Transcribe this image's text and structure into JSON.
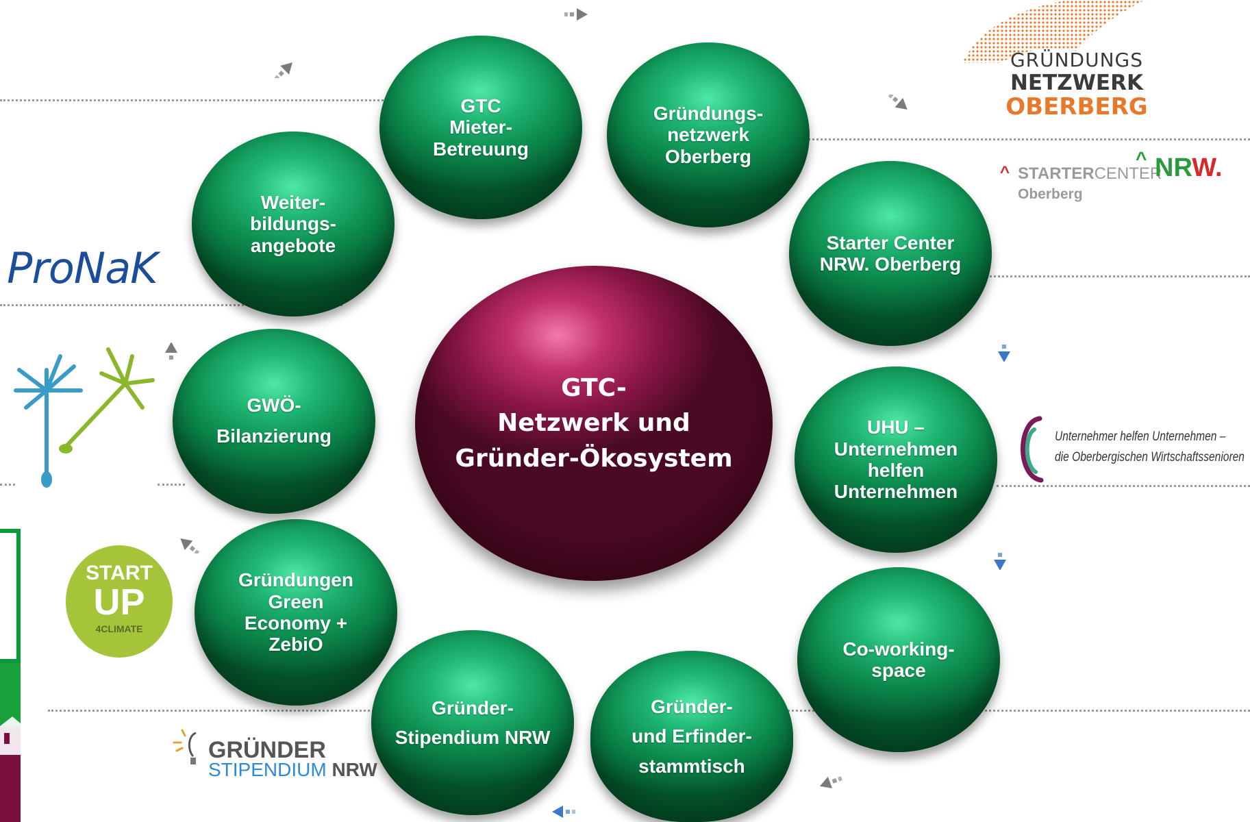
{
  "center": {
    "label": "GTC-\nNetzwerk und\nGründer-Ökosystem"
  },
  "nodes": [
    {
      "name": "node-gtc-mieter-betreuung",
      "label": "GTC\nMieter-\nBetreuung"
    },
    {
      "name": "node-gruendungsnetzwerk-oberberg",
      "label": "Gründungs-\nnetzwerk\nOberberg"
    },
    {
      "name": "node-starter-center",
      "label": "Starter Center\nNRW. Oberberg"
    },
    {
      "name": "node-uhu",
      "label": "UHU –\nUnternehmen\nhelfen\nUnternehmen"
    },
    {
      "name": "node-coworking",
      "label": "Co-working-\nspace"
    },
    {
      "name": "node-stammtisch",
      "label": "Gründer-\nund Erfinder-\nstammtisch"
    },
    {
      "name": "node-gruender-stipendium",
      "label": "Gründer-\nStipendium NRW"
    },
    {
      "name": "node-green-economy",
      "label": "Gründungen\nGreen\nEconomy +\nZebiO"
    },
    {
      "name": "node-gwoe",
      "label": "GWÖ-\nBilanzierung"
    },
    {
      "name": "node-weiterbildung",
      "label": "Weiter-\nbildungs-\nangebote"
    }
  ],
  "logos": {
    "gno_line1": "GRÜNDUNGS",
    "gno_line2": "NETZWERK",
    "gno_line3": "OBERBERG",
    "starter_bold": "STARTER",
    "starter_light": "CENTER",
    "starter_nrw": "NRW.",
    "starter_sub": "Oberberg",
    "pronak": "ProNaK",
    "uhu_line1": "Unternehmer helfen Unternehmen –",
    "uhu_line2": "die Oberbergischen Wirtschaftssenioren",
    "startup_line1": "START",
    "startup_line2": "UP",
    "startup_line3": "4CLIMATE",
    "stip_line1": "GRÜNDER",
    "stip_line2a": "STIPENDIUM",
    "stip_line2b": "NRW"
  },
  "colors": {
    "node_green": "#0c8a4d",
    "center_magenta": "#8a1646",
    "arrow_gray": "#8a8a8a",
    "arrow_blue": "#3a78c8",
    "gno_orange": "#e8792a",
    "nrw_green": "#2a9b3a",
    "nrw_red": "#d42a2a",
    "startup_lime": "#a6c43a"
  }
}
